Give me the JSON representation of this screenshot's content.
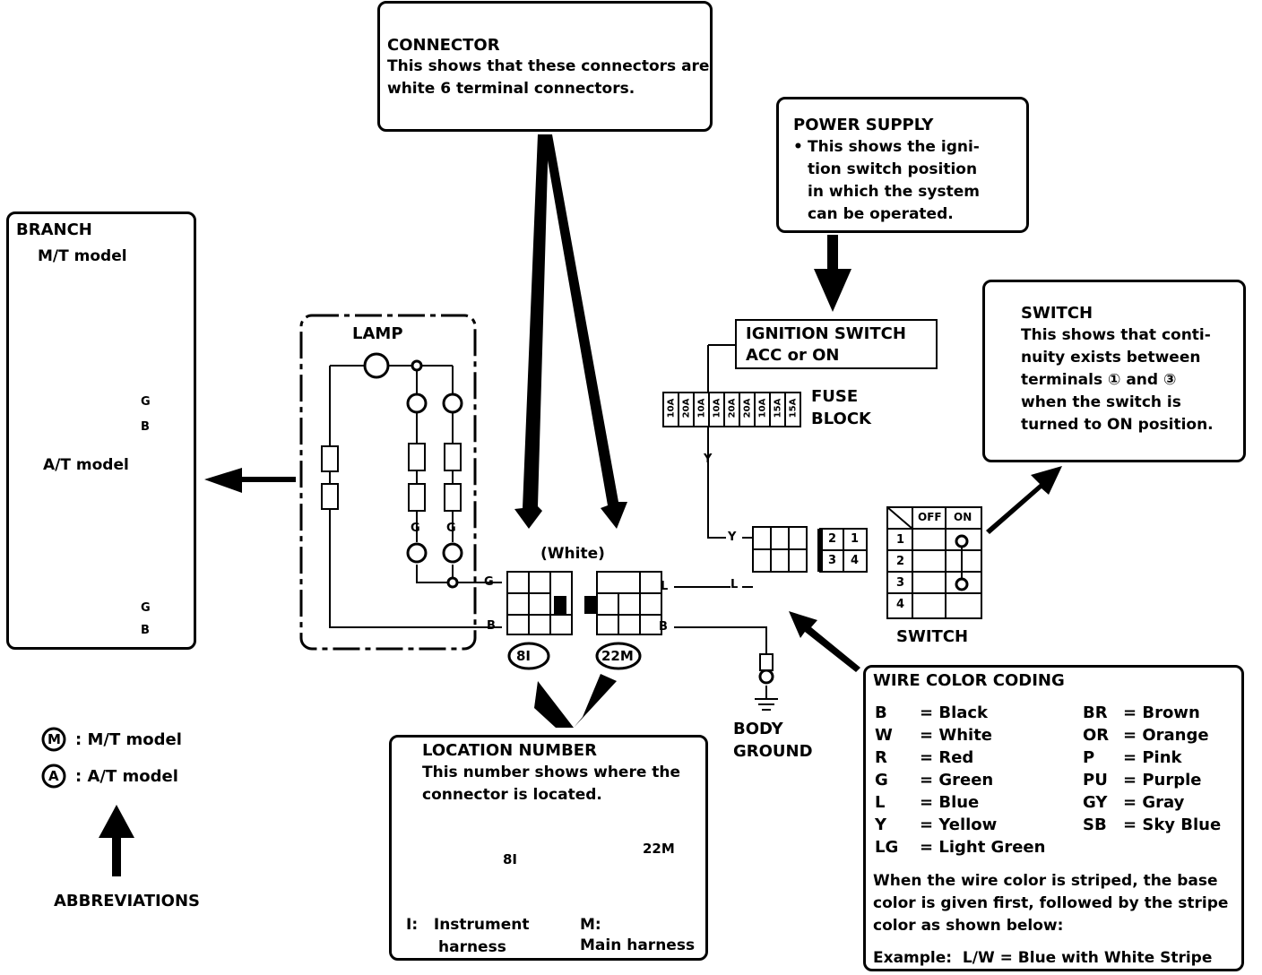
{
  "connector_box": {
    "title": "CONNECTOR",
    "line1": "This shows that these connectors are",
    "line2": "white 6 terminal connectors."
  },
  "power_box": {
    "title": "POWER SUPPLY",
    "line1": "This shows the igni-",
    "line2": "tion switch position",
    "line3": "in which the system",
    "line4": "can be operated."
  },
  "switch_box": {
    "title": "SWITCH",
    "line1": "This shows that conti-",
    "line2": "nuity exists between",
    "line3": "terminals ① and ③",
    "line4": "when the switch is",
    "line5": "turned to ON position."
  },
  "branch_box": {
    "title": "BRANCH",
    "mt": "M/T model",
    "at": "A/T model",
    "g": "G",
    "b": "B"
  },
  "lamp_box": {
    "title": "LAMP"
  },
  "ignition": {
    "line1": "IGNITION SWITCH",
    "line2": "ACC or ON"
  },
  "fuse": {
    "line1": "FUSE",
    "line2": "BLOCK",
    "ratings": [
      "10A",
      "20A",
      "10A",
      "10A",
      "20A",
      "20A",
      "10A",
      "15A",
      "15A"
    ]
  },
  "connector_label": "(White)",
  "location_codes": {
    "a": "8I",
    "b": "22M"
  },
  "wire_labels": {
    "g": "G",
    "b": "B",
    "l": "L",
    "y": "Y"
  },
  "switch_table": {
    "headers": [
      "OFF",
      "ON"
    ],
    "rows": [
      "1",
      "2",
      "3",
      "4"
    ],
    "label": "SWITCH"
  },
  "connector_terminals": [
    "2",
    "1",
    "3",
    "4"
  ],
  "ground": {
    "line1": "BODY",
    "line2": "GROUND"
  },
  "abbrev": {
    "m_symbol": "M",
    "m_text": ": M/T model",
    "a_symbol": "A",
    "a_text": ": A/T model",
    "title": "ABBREVIATIONS"
  },
  "location_box": {
    "title": "LOCATION NUMBER",
    "line1": "This number shows where the",
    "line2": "connector is located.",
    "i_code": "8I",
    "m_code": "22M",
    "i_label1": "I:   Instrument",
    "i_label2": "harness",
    "m_label1": "M:",
    "m_label2": "Main harness"
  },
  "wire_color_box": {
    "title": "WIRE COLOR CODING",
    "left": [
      {
        "code": "B",
        "name": "= Black"
      },
      {
        "code": "W",
        "name": "= White"
      },
      {
        "code": "R",
        "name": "= Red"
      },
      {
        "code": "G",
        "name": "= Green"
      },
      {
        "code": "L",
        "name": "= Blue"
      },
      {
        "code": "Y",
        "name": "= Yellow"
      },
      {
        "code": "LG",
        "name": "= Light Green"
      }
    ],
    "right": [
      {
        "code": "BR",
        "name": "= Brown"
      },
      {
        "code": "OR",
        "name": "= Orange"
      },
      {
        "code": "P",
        "name": "= Pink"
      },
      {
        "code": "PU",
        "name": "= Purple"
      },
      {
        "code": "GY",
        "name": "= Gray"
      },
      {
        "code": "SB",
        "name": "= Sky Blue"
      }
    ],
    "note1": "When the wire color is striped, the base",
    "note2": "color is given first, followed by the stripe",
    "note3": "color as shown below:",
    "example": "Example:  L/W = Blue with White Stripe"
  }
}
